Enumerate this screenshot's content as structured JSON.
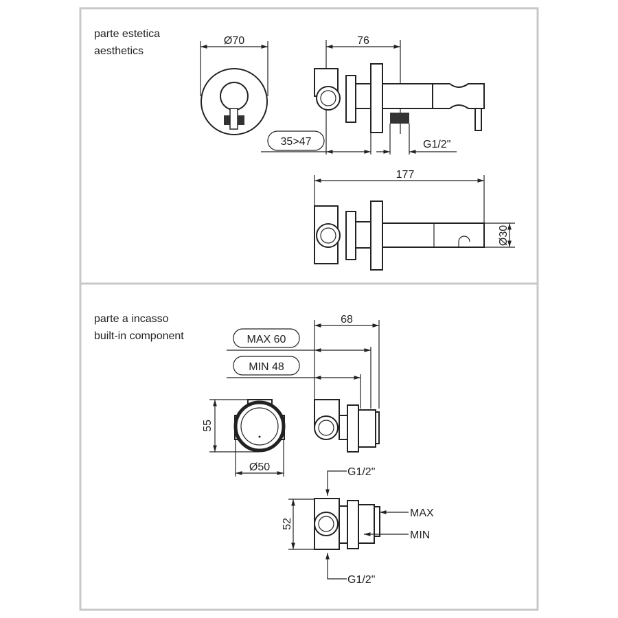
{
  "sections": {
    "aesthetics": {
      "title": "parte estetica",
      "subtitle": "aesthetics"
    },
    "builtin": {
      "title": "parte a incasso",
      "subtitle": "built-in component"
    }
  },
  "dimensions": {
    "d70": "Ø70",
    "d76": "76",
    "d3547": "35>47",
    "g12_top": "G1/2\"",
    "d177": "177",
    "d30": "Ø30",
    "d68": "68",
    "max60": "MAX 60",
    "min48": "MIN 48",
    "d55": "55",
    "d50": "Ø50",
    "d52": "52",
    "g12_in": "G1/2\"",
    "g12_out": "G1/2\"",
    "max": "MAX",
    "min": "MIN"
  },
  "colors": {
    "frame": "#c8c8c8",
    "ink": "#222222"
  }
}
